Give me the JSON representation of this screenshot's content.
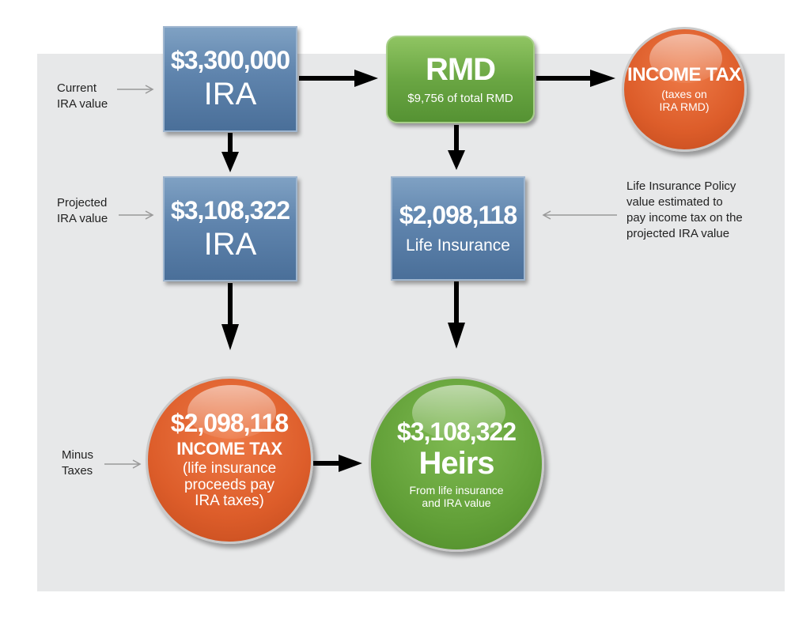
{
  "labels": {
    "current_ira": "Current\nIRA value",
    "projected_ira": "Projected\nIRA value",
    "minus_taxes": "Minus\nTaxes",
    "life_policy_note": "Life Insurance Policy\nvalue estimated to\npay income tax on the\nprojected IRA value"
  },
  "boxes": {
    "ira_current": {
      "amount": "$3,300,000",
      "label": "IRA"
    },
    "rmd": {
      "title": "RMD",
      "subtitle": "$9,756 of total RMD"
    },
    "ira_projected": {
      "amount": "$3,108,322",
      "label": "IRA"
    },
    "life_insurance": {
      "amount": "$2,098,118",
      "label": "Life Insurance"
    }
  },
  "circles": {
    "income_tax_rmd": {
      "title": "INCOME TAX",
      "note": "(taxes on\nIRA RMD)"
    },
    "income_tax_final": {
      "amount": "$2,098,118",
      "title": "INCOME TAX",
      "note": "(life insurance\nproceeds pay\nIRA taxes)"
    },
    "heirs": {
      "amount": "$3,108,322",
      "title": "Heirs",
      "note": "From life insurance\nand IRA value"
    }
  },
  "colors": {
    "blue": "#5f84ad",
    "green": "#6aa643",
    "orange": "#dd5d2a",
    "panel": "#e7e8e9"
  }
}
